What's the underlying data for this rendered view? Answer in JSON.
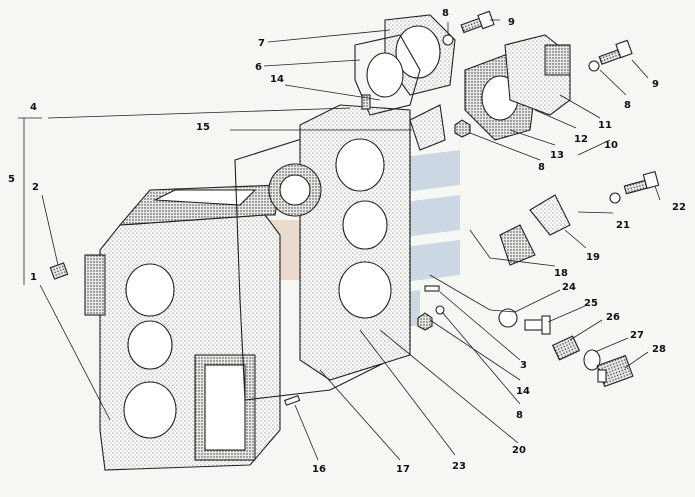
{
  "diagram": {
    "callouts": [
      {
        "id": "c1",
        "text": "1"
      },
      {
        "id": "c2",
        "text": "2"
      },
      {
        "id": "c3",
        "text": "3"
      },
      {
        "id": "c4",
        "text": "4"
      },
      {
        "id": "c5",
        "text": "5"
      },
      {
        "id": "c6",
        "text": "6"
      },
      {
        "id": "c7",
        "text": "7"
      },
      {
        "id": "c8a",
        "text": "8"
      },
      {
        "id": "c8b",
        "text": "8"
      },
      {
        "id": "c8c",
        "text": "8"
      },
      {
        "id": "c8d",
        "text": "8"
      },
      {
        "id": "c9a",
        "text": "9"
      },
      {
        "id": "c9b",
        "text": "9"
      },
      {
        "id": "c10",
        "text": "10"
      },
      {
        "id": "c11",
        "text": "11"
      },
      {
        "id": "c12",
        "text": "12"
      },
      {
        "id": "c13",
        "text": "13"
      },
      {
        "id": "c14a",
        "text": "14"
      },
      {
        "id": "c14b",
        "text": "14"
      },
      {
        "id": "c15",
        "text": "15"
      },
      {
        "id": "c16",
        "text": "16"
      },
      {
        "id": "c17",
        "text": "17"
      },
      {
        "id": "c18",
        "text": "18"
      },
      {
        "id": "c19",
        "text": "19"
      },
      {
        "id": "c20",
        "text": "20"
      },
      {
        "id": "c21",
        "text": "21"
      },
      {
        "id": "c22",
        "text": "22"
      },
      {
        "id": "c23",
        "text": "23"
      },
      {
        "id": "c24",
        "text": "24"
      },
      {
        "id": "c25",
        "text": "25"
      },
      {
        "id": "c26",
        "text": "26"
      },
      {
        "id": "c27",
        "text": "27"
      },
      {
        "id": "c28",
        "text": "28"
      }
    ]
  }
}
